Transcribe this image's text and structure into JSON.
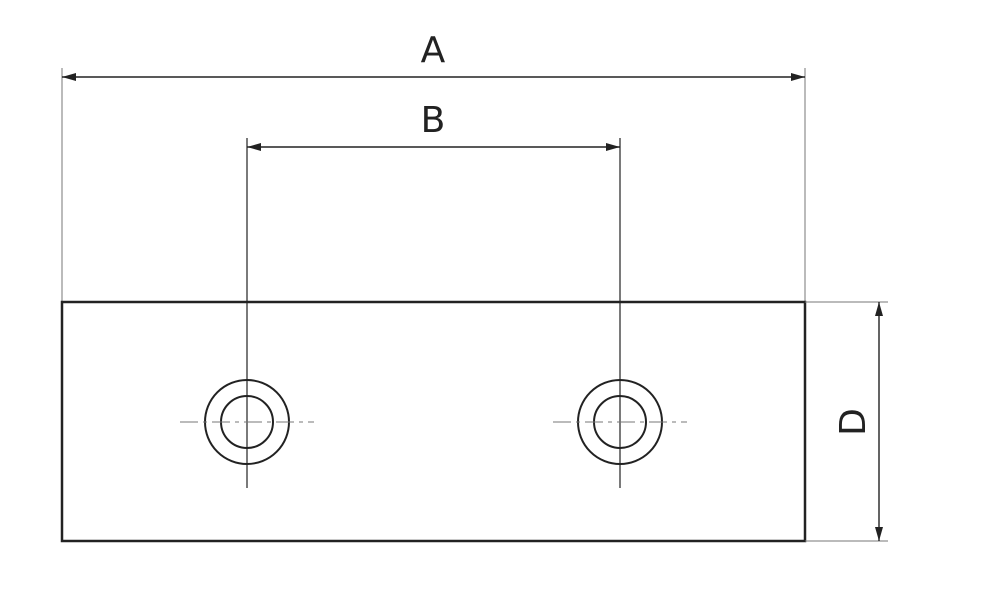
{
  "dimensions": {
    "a_label": "A",
    "b_label": "B",
    "d_label": "D"
  },
  "colors": {
    "line": "#222222",
    "extension_line": "#777777",
    "background": "#ffffff"
  }
}
